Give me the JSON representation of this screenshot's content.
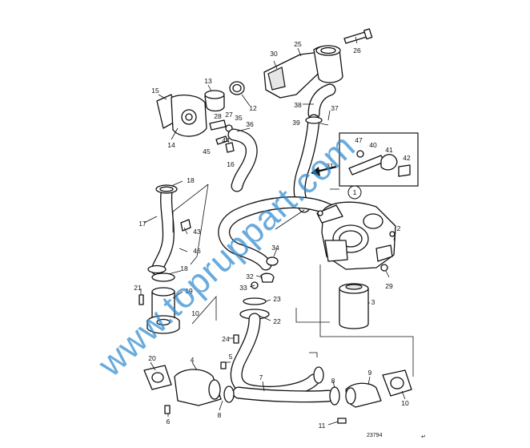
{
  "figure_id": "23794",
  "corner_mark": "↵",
  "watermark": "www.topruppart.com",
  "detail_marker": "1",
  "callouts": [
    "1",
    "2",
    "3",
    "4",
    "5",
    "6",
    "7",
    "8",
    "8",
    "9",
    "10",
    "10",
    "11",
    "12",
    "13",
    "14",
    "15",
    "16",
    "17",
    "18",
    "18",
    "19",
    "20",
    "21",
    "22",
    "23",
    "24",
    "25",
    "26",
    "27",
    "28",
    "29",
    "30",
    "31",
    "32",
    "33",
    "34",
    "35",
    "36",
    "37",
    "38",
    "39",
    "40",
    "41",
    "42",
    "43",
    "44",
    "45",
    "46",
    "47"
  ],
  "colors": {
    "line": "#111111",
    "watermark": "#2f8ad0",
    "background": "#ffffff"
  }
}
